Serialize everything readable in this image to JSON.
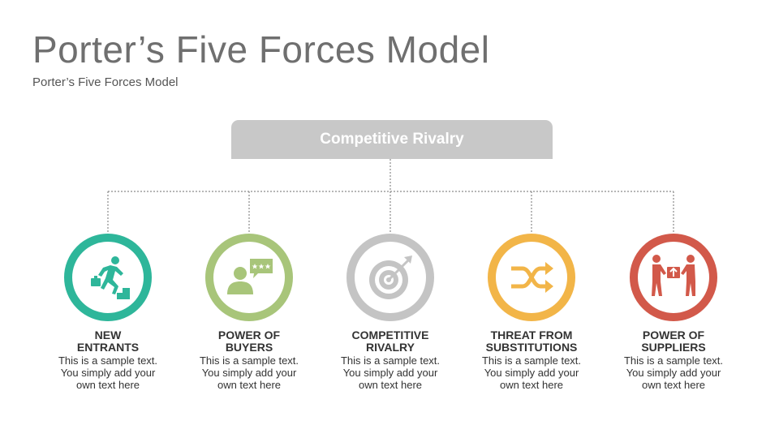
{
  "header": {
    "title": "Porter’s Five Forces Model",
    "subtitle": "Porter’s Five Forces Model"
  },
  "top_box": {
    "label": "Competitive Rivalry",
    "color": "#c8c8c8"
  },
  "forces": [
    {
      "line1": "NEW",
      "line2": "ENTRANTS",
      "desc1": "This is a sample text.",
      "desc2": "You simply add your",
      "desc3": "own text here",
      "color": "#2eb69a",
      "icon": "running-up-stairs-icon"
    },
    {
      "line1": "POWER OF",
      "line2": "BUYERS",
      "desc1": "This is a sample text.",
      "desc2": "You simply add your",
      "desc3": "own text here",
      "color": "#a8c57a",
      "icon": "buyer-review-icon"
    },
    {
      "line1": "COMPETITIVE",
      "line2": "RIVALRY",
      "desc1": "This is a sample text.",
      "desc2": "You simply add your",
      "desc3": "own text here",
      "color": "#c4c4c4",
      "icon": "target-icon"
    },
    {
      "line1": "THREAT FROM",
      "line2": "SUBSTITUTIONS",
      "desc1": "This is a sample text.",
      "desc2": "You simply add your",
      "desc3": "own text here",
      "color": "#f2b548",
      "icon": "shuffle-icon"
    },
    {
      "line1": "POWER OF",
      "line2": "SUPPLIERS",
      "desc1": "This is a sample text.",
      "desc2": "You simply add your",
      "desc3": "own text here",
      "color": "#d2594a",
      "icon": "package-handover-icon"
    }
  ]
}
